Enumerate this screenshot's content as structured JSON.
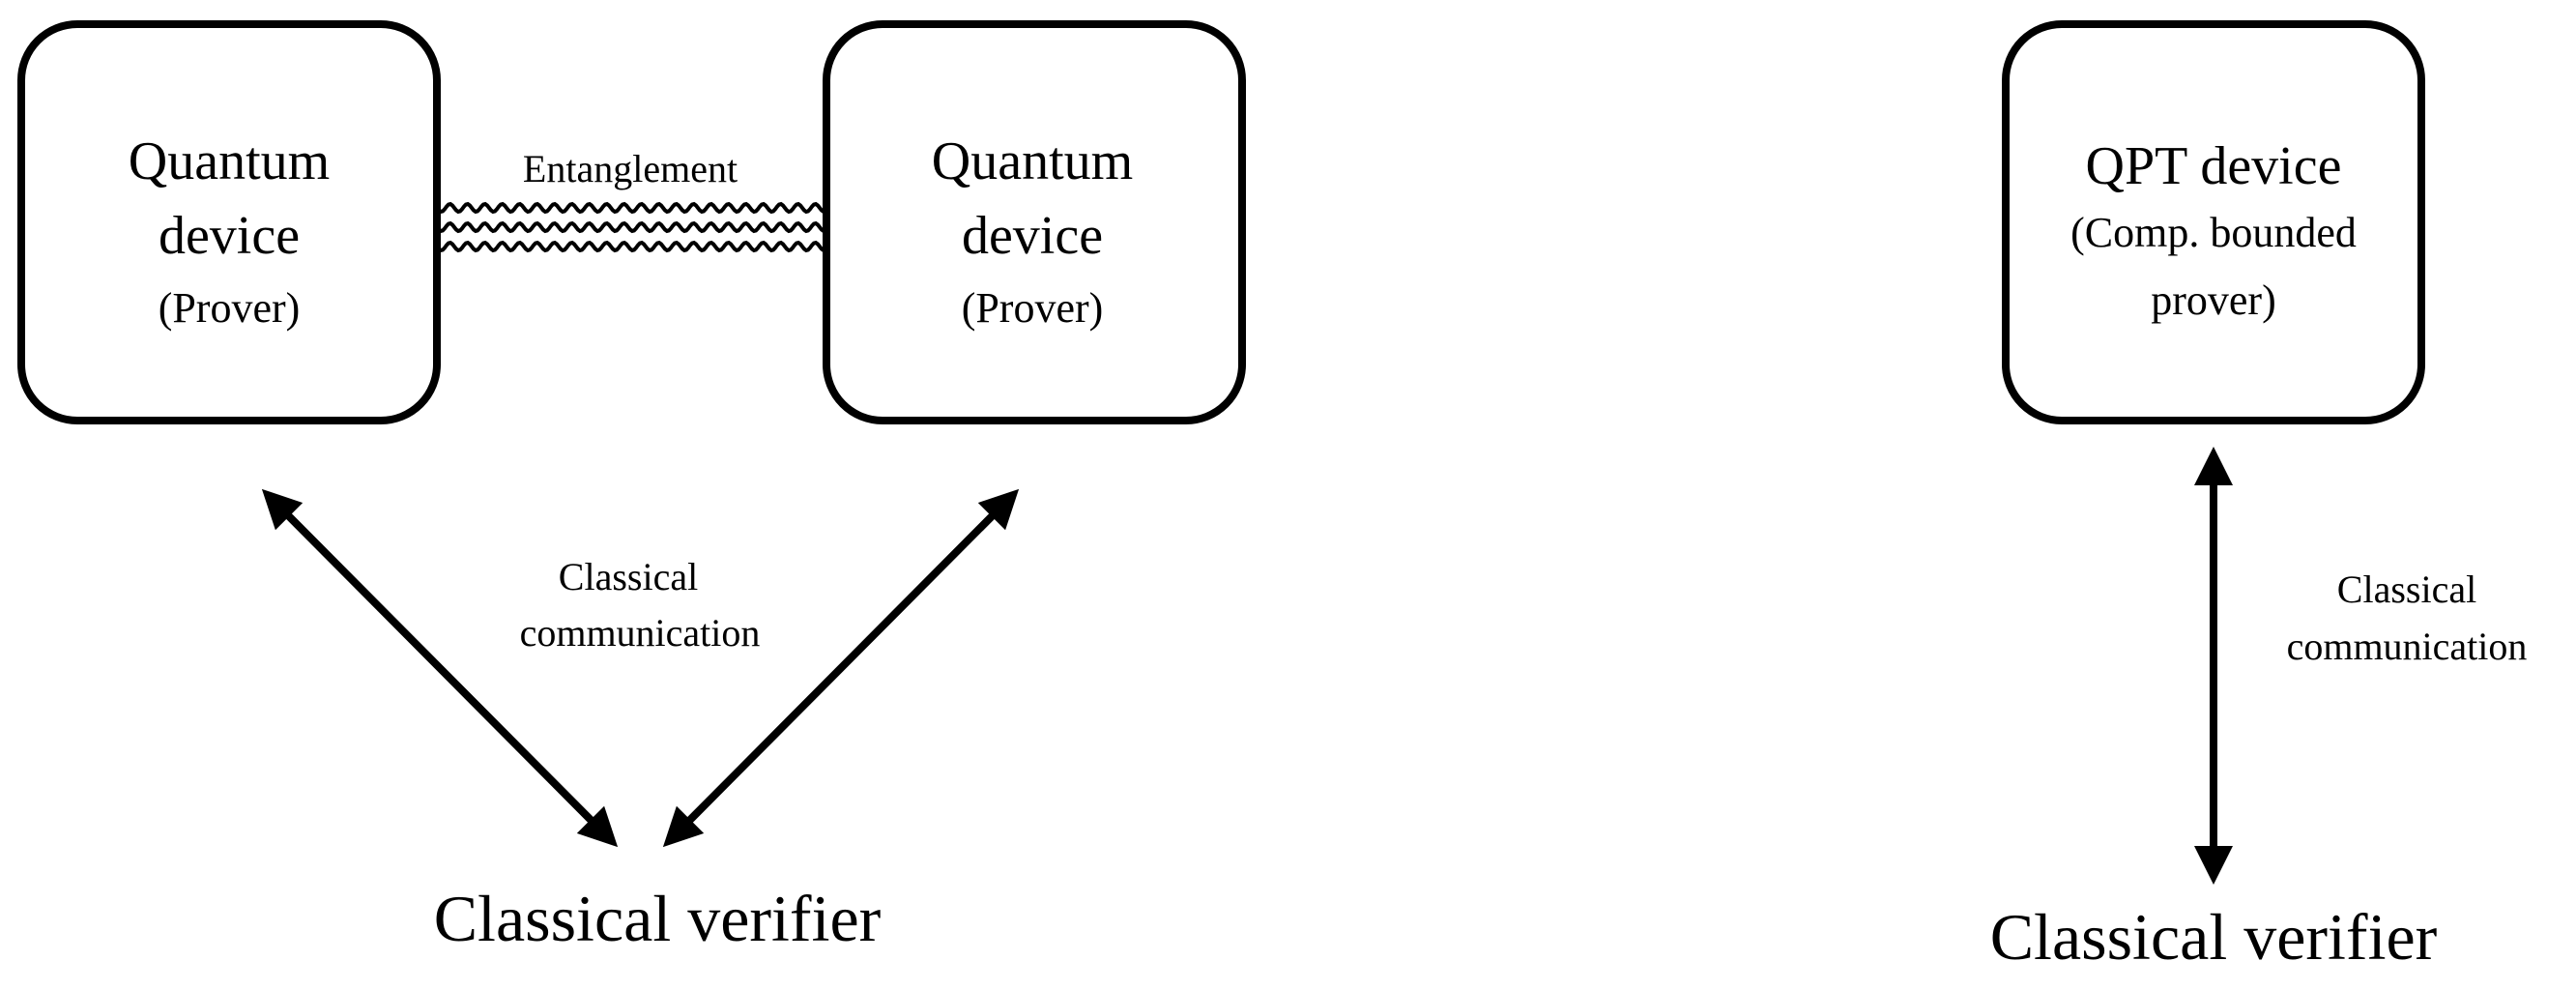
{
  "left_panel": {
    "prover_a": {
      "line1": "Quantum",
      "line2": "device",
      "line3": "(Prover)"
    },
    "prover_b": {
      "line1": "Quantum",
      "line2": "device",
      "line3": "(Prover)"
    },
    "entanglement_label": "Entanglement",
    "communication_label": {
      "line1": "Classical",
      "line2": "communication"
    },
    "verifier_label": "Classical verifier"
  },
  "right_panel": {
    "qpt_device": {
      "line1": "QPT device",
      "line2": "(Comp. bounded",
      "line3": "prover)"
    },
    "communication_label": {
      "line1": "Classical",
      "line2": "communication"
    },
    "verifier_label": "Classical verifier"
  }
}
